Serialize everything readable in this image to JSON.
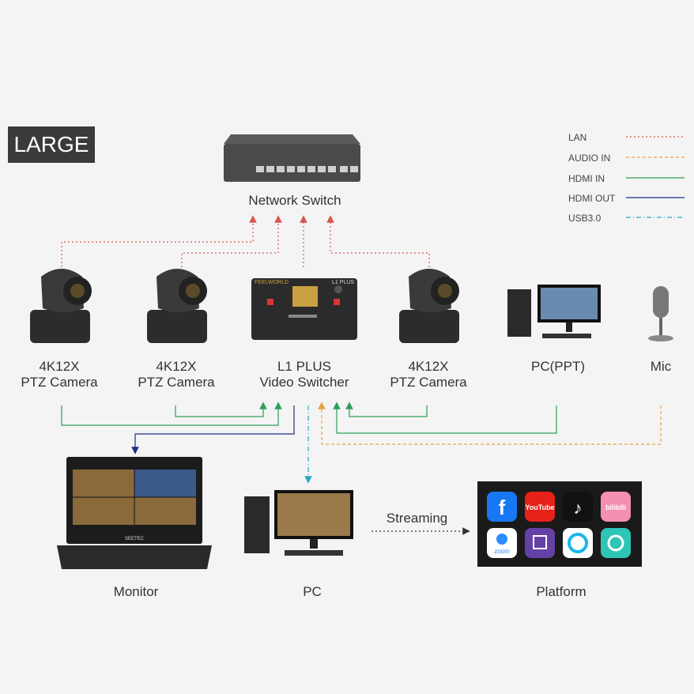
{
  "badge": "LARGE",
  "legend": [
    {
      "label": "LAN",
      "color": "#d9534f",
      "dash": "2 3"
    },
    {
      "label": "AUDIO IN",
      "color": "#e6a23c",
      "dash": "4 3"
    },
    {
      "label": "HDMI IN",
      "color": "#2e9e5b",
      "dash": ""
    },
    {
      "label": "HDMI OUT",
      "color": "#1f2d8a",
      "dash": ""
    },
    {
      "label": "USB3.0",
      "color": "#2aa6c9",
      "dash": "6 3 1 3"
    }
  ],
  "nodes": {
    "switch": "Network Switch",
    "cam1": {
      "l1": "4K12X",
      "l2": "PTZ Camera"
    },
    "cam2": {
      "l1": "4K12X",
      "l2": "PTZ Camera"
    },
    "mixer": {
      "l1": "L1 PLUS",
      "l2": "Video Switcher"
    },
    "cam3": {
      "l1": "4K12X",
      "l2": "PTZ Camera"
    },
    "pcppt": "PC(PPT)",
    "mic": "Mic",
    "monitor": "Monitor",
    "pc": "PC",
    "platform": "Platform",
    "streaming": "Streaming"
  },
  "device_text": {
    "mixer_brand": "FEELWORLD",
    "mixer_model": "L1 PLUS",
    "monitor_brand": "SEETEC"
  },
  "platform_icons": [
    "facebook",
    "youtube",
    "tiktok",
    "bilibili",
    "zoom",
    "twitch",
    "vimeo-live",
    "tencent-meeting"
  ],
  "platform_text": {
    "youtube": "YouTube",
    "bilibili": "bilibili",
    "zoom": "zoom"
  }
}
